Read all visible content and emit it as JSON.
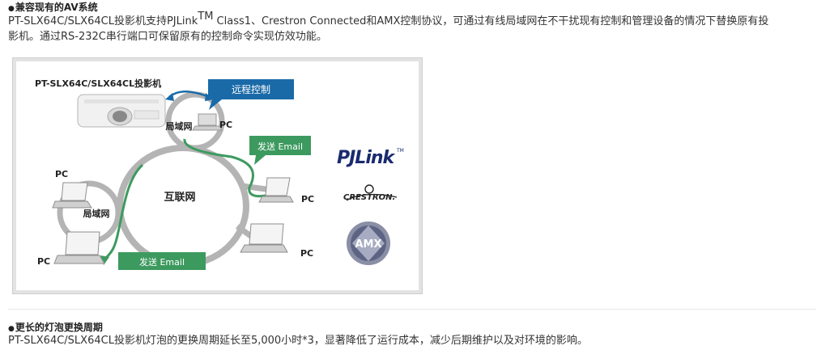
{
  "section1": {
    "title": "兼容现有的AV系统",
    "bullet": "●",
    "para_line1_a": "PT-SLX64C/SLX64CL投影机支持PJLink",
    "para_line1_tm": "TM",
    "para_line1_b": " Class1、Crestron Connected和AMX控制协议，可通过有线局域网在不干扰现有控制和管理设备的情况下替换原有投",
    "para_line2": "影机。通过RS-232C串行端口可保留原有的控制命令实现仿效功能。"
  },
  "diagram": {
    "projector_label": "PT-SLX64C/SLX64CL投影机",
    "remote_control": "远程控制",
    "lan_top": "局域网",
    "pc_top": "PC",
    "email_top": "发送 Email",
    "internet": "互联网",
    "pc_left_top": "PC",
    "lan_left": "局域网",
    "pc_left_bottom": "PC",
    "email_bottom": "发送 Email",
    "pc_right_mid": "PC",
    "pc_right_bottom": "PC",
    "logo_pjlink": "PJLink",
    "logo_crestron": "CRESTRON.",
    "logo_amx": "AMX",
    "colors": {
      "callout_blue": "#1a6aa8",
      "callout_green": "#3d9a5f",
      "ring_gray": "#b4b4b4",
      "pjlink_navy": "#1a2a6e"
    }
  },
  "section2": {
    "title": "更长的灯泡更换周期",
    "bullet": "●",
    "para": "PT-SLX64C/SLX64CL投影机灯泡的更换周期延长至5,000小时*3，显著降低了运行成本，减少后期维护以及对环境的影响。"
  }
}
